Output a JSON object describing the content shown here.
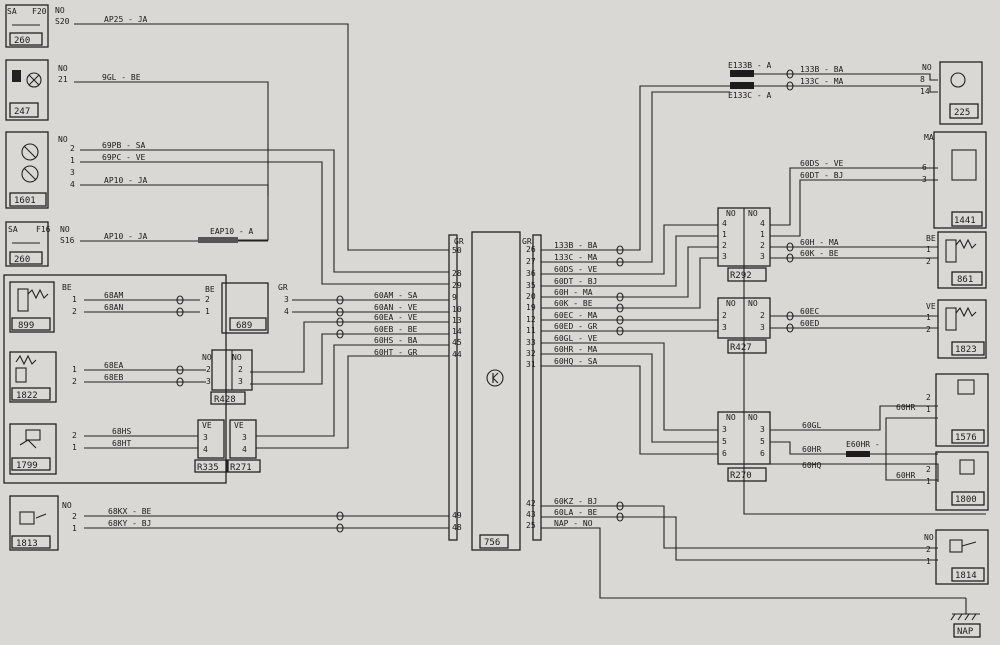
{
  "components": {
    "c260a": {
      "id": "260",
      "labels": [
        "SA",
        "F20",
        "NO",
        "S20"
      ]
    },
    "c247": {
      "id": "247",
      "labels": [
        "NO",
        "21"
      ]
    },
    "c1601": {
      "id": "1601",
      "labels": [
        "NO",
        "2",
        "1",
        "3",
        "4"
      ]
    },
    "c260b": {
      "id": "260",
      "labels": [
        "SA",
        "F16",
        "NO",
        "S16"
      ]
    },
    "c899": {
      "id": "899",
      "labels": [
        "BE",
        "1",
        "2"
      ]
    },
    "c689": {
      "id": "689",
      "labels": [
        "BE",
        "GR",
        "2",
        "1",
        "3",
        "4"
      ]
    },
    "c1822": {
      "id": "1822",
      "labels": [
        "1",
        "2"
      ]
    },
    "r428": {
      "id": "R428",
      "labels": [
        "NO",
        "NO",
        "2",
        "3",
        "2",
        "3"
      ]
    },
    "c1799": {
      "id": "1799",
      "labels": [
        "2",
        "1"
      ]
    },
    "r335": {
      "id": "R335",
      "labels": [
        "VE",
        "3",
        "4"
      ]
    },
    "r271": {
      "id": "R271",
      "labels": [
        "VE",
        "3",
        "4"
      ]
    },
    "c1813": {
      "id": "1813",
      "labels": [
        "NO",
        "2",
        "1"
      ]
    },
    "c756": {
      "id": "756",
      "labels": [
        "GR",
        "GR"
      ]
    },
    "c225": {
      "id": "225",
      "labels": [
        "NO",
        "8",
        "14"
      ]
    },
    "c1441": {
      "id": "1441",
      "labels": [
        "MA",
        "6",
        "3"
      ]
    },
    "r292": {
      "id": "R292",
      "labels": [
        "NO",
        "NO",
        "4",
        "1",
        "2",
        "3",
        "4",
        "1",
        "2",
        "3"
      ]
    },
    "c861": {
      "id": "861",
      "labels": [
        "BE",
        "1",
        "2"
      ]
    },
    "r427": {
      "id": "R427",
      "labels": [
        "NO",
        "NO",
        "2",
        "3",
        "2",
        "3"
      ]
    },
    "c1823": {
      "id": "1823",
      "labels": [
        "VE",
        "1",
        "2"
      ]
    },
    "c1576": {
      "id": "1576",
      "labels": [
        "2",
        "1"
      ]
    },
    "r270": {
      "id": "R270",
      "labels": [
        "NO",
        "NO",
        "3",
        "5",
        "6",
        "3",
        "5",
        "6"
      ]
    },
    "c1800": {
      "id": "1800",
      "labels": [
        "2",
        "1"
      ]
    },
    "c1814": {
      "id": "1814",
      "labels": [
        "NO",
        "2",
        "1"
      ]
    },
    "nap": {
      "id": "NAP"
    }
  },
  "pins_left": [
    "50",
    "28",
    "29",
    "9",
    "10",
    "13",
    "14",
    "45",
    "44",
    "49",
    "48"
  ],
  "pins_right": [
    "26",
    "27",
    "36",
    "35",
    "20",
    "19",
    "12",
    "11",
    "33",
    "32",
    "31",
    "42",
    "43",
    "25"
  ],
  "wire_labels": {
    "ap25": "AP25 - JA",
    "sgl": "9GL - BE",
    "sgpb": "69PB - SA",
    "sgpc": "69PC - VE",
    "ap10a": "AP10 - JA",
    "ap10b": "AP10 - JA",
    "eap10": "EAP10 - A",
    "a68am": "68AM",
    "a68an": "68AN",
    "c60am": "60AM - SA",
    "c60an": "60AN - VE",
    "c60ea": "60EA - VE",
    "c60eb": "60EB - BE",
    "c60hs": "60HS - BA",
    "c60ht": "60HT - GR",
    "a68ea": "68EA",
    "a68eb": "68EB",
    "a68hs": "68HS",
    "a68ht": "68HT",
    "kx": "68KX - BE",
    "ky": "68KY - BJ",
    "r26": "133B - BA",
    "r27": "133C - MA",
    "r36": "60DS - VE",
    "r35": "60DT - BJ",
    "r20": "60H - MA",
    "r19": "60K - BE",
    "r12": "60EC - MA",
    "r11": "60ED - GR",
    "r33": "60GL - VE",
    "r32": "60HR - MA",
    "r31": "60HQ - SA",
    "r42": "60KZ - BJ",
    "r43": "60LA - BE",
    "r25": "NAP - NO",
    "e133b": "E133B - A",
    "e133c": "E133C - A",
    "top133b": "133B - BA",
    "top133c": "133C - MA",
    "t60ds": "60DS - VE",
    "t60dt": "60DT - BJ",
    "t60h": "60H - MA",
    "t60k": "60K - BE",
    "t60ec": "60EC",
    "t60ed": "60ED",
    "t60gl": "60GL",
    "t60hr": "60HR",
    "t60hq": "60HQ",
    "e60hr": "E60HR -",
    "t60hr2": "60HR",
    "t60hr3": "60HR"
  }
}
